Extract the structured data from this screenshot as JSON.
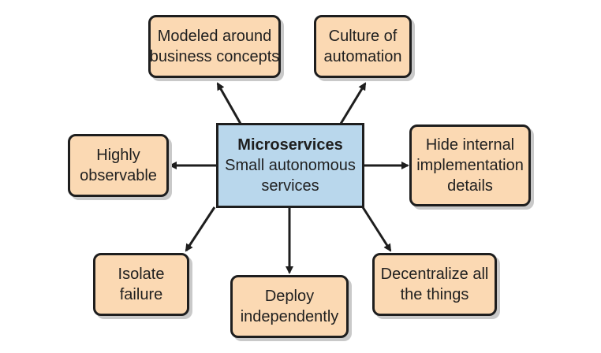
{
  "center": {
    "title": "Microservices",
    "subtitle_lines": [
      "Small autonomous",
      "services"
    ]
  },
  "nodes": {
    "modeled": [
      "Modeled around",
      "business concepts"
    ],
    "culture": [
      "Culture of",
      "automation"
    ],
    "observable": [
      "Highly",
      "observable"
    ],
    "hide": [
      "Hide internal",
      "implementation",
      "details"
    ],
    "isolate": [
      "Isolate",
      "failure"
    ],
    "deploy": [
      "Deploy",
      "independently"
    ],
    "decentralize": [
      "Decentralize all",
      "the things"
    ]
  },
  "colors": {
    "node_fill": "#fbd9b3",
    "center_fill": "#b9d7ec",
    "border": "#1e1e1e",
    "arrow": "#1e1e1e"
  }
}
